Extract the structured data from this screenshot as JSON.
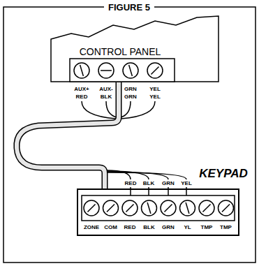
{
  "diagram": {
    "title": "FIGURE 5",
    "nodes": [
      {
        "text": [
          "CONTROL PANEL"
        ]
      },
      {
        "text": [
          "KEYPAD"
        ]
      }
    ],
    "edges": [
      {
        "from": 0,
        "to": 1,
        "arrow": "none"
      }
    ],
    "labels": [
      "AUX+",
      "AUX-",
      "GRN",
      "YEL",
      "RED",
      "BLK",
      "GRN",
      "YEL",
      "RED",
      "BLK",
      "GRN",
      "YEL",
      "ZONE",
      "COM",
      "RED",
      "BLK",
      "GRN",
      "YL",
      "TMP",
      "TMP"
    ]
  }
}
